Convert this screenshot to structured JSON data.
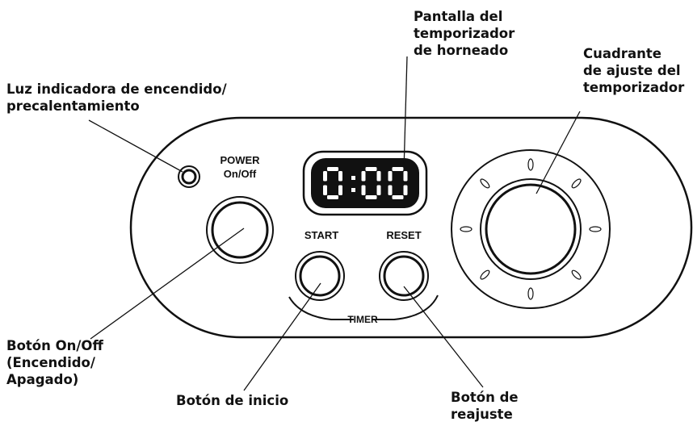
{
  "panel_labels": {
    "power_title": "POWER",
    "power_sub": "On/Off",
    "start": "START",
    "reset": "RESET",
    "timer": "TIMER"
  },
  "display": {
    "readout": "0:00",
    "digit_color": "#ffffff",
    "background_color": "#111111"
  },
  "callouts": {
    "display": [
      "Pantalla del",
      "temporizador",
      "de horneado"
    ],
    "dial": [
      "Cuadrante",
      "de ajuste del",
      "temporizador"
    ],
    "light": [
      "Luz indicadora de encendido/",
      "precalentamiento"
    ],
    "power_button": [
      "Botón On/Off",
      "(Encendido/",
      "Apagado)"
    ],
    "start_button": [
      "Botón de inicio"
    ],
    "reset_button": [
      "Botón de",
      "reajuste"
    ]
  },
  "colors": {
    "outline": "#111111",
    "background": "#ffffff"
  }
}
